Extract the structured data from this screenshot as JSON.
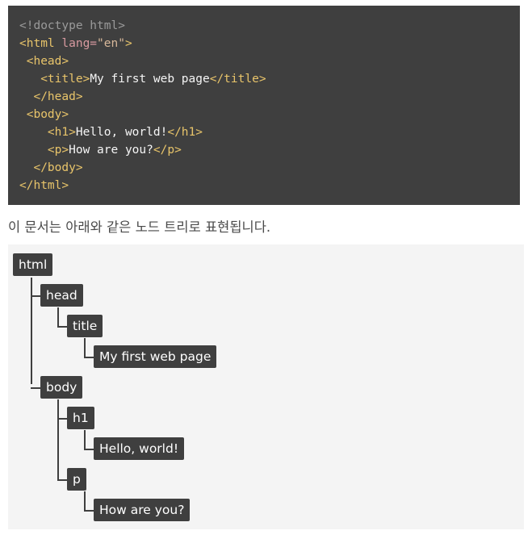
{
  "code_lines": [
    {
      "parts": [
        {
          "t": "<!doctype html>",
          "c": "comment"
        }
      ]
    },
    {
      "parts": [
        {
          "t": "<html",
          "c": "tag"
        },
        {
          "t": " lang=",
          "c": "attr"
        },
        {
          "t": "\"en\"",
          "c": "val"
        },
        {
          "t": ">",
          "c": "tag"
        }
      ]
    },
    {
      "parts": [
        {
          "t": " <head>",
          "c": "tag"
        }
      ]
    },
    {
      "parts": [
        {
          "t": "   <title>",
          "c": "tag"
        },
        {
          "t": "My first web page",
          "c": "text"
        },
        {
          "t": "</title>",
          "c": "tag"
        }
      ]
    },
    {
      "parts": [
        {
          "t": "  </head>",
          "c": "tag"
        }
      ]
    },
    {
      "parts": [
        {
          "t": " <body>",
          "c": "tag"
        }
      ]
    },
    {
      "parts": [
        {
          "t": "    <h1>",
          "c": "tag"
        },
        {
          "t": "Hello, world!",
          "c": "text"
        },
        {
          "t": "</h1>",
          "c": "tag"
        }
      ]
    },
    {
      "parts": [
        {
          "t": "    <p>",
          "c": "tag"
        },
        {
          "t": "How are you?",
          "c": "text"
        },
        {
          "t": "</p>",
          "c": "tag"
        }
      ]
    },
    {
      "parts": [
        {
          "t": "  </body>",
          "c": "tag"
        }
      ]
    },
    {
      "parts": [
        {
          "t": "</html>",
          "c": "tag"
        }
      ]
    }
  ],
  "caption": "이 문서는 아래와 같은 노드 트리로 표현됩니다.",
  "tree": {
    "html": "html",
    "head": "head",
    "title": "title",
    "title_text": "My first web page",
    "body": "body",
    "h1": "h1",
    "h1_text": "Hello, world!",
    "p": "p",
    "p_text": "How are you?"
  }
}
